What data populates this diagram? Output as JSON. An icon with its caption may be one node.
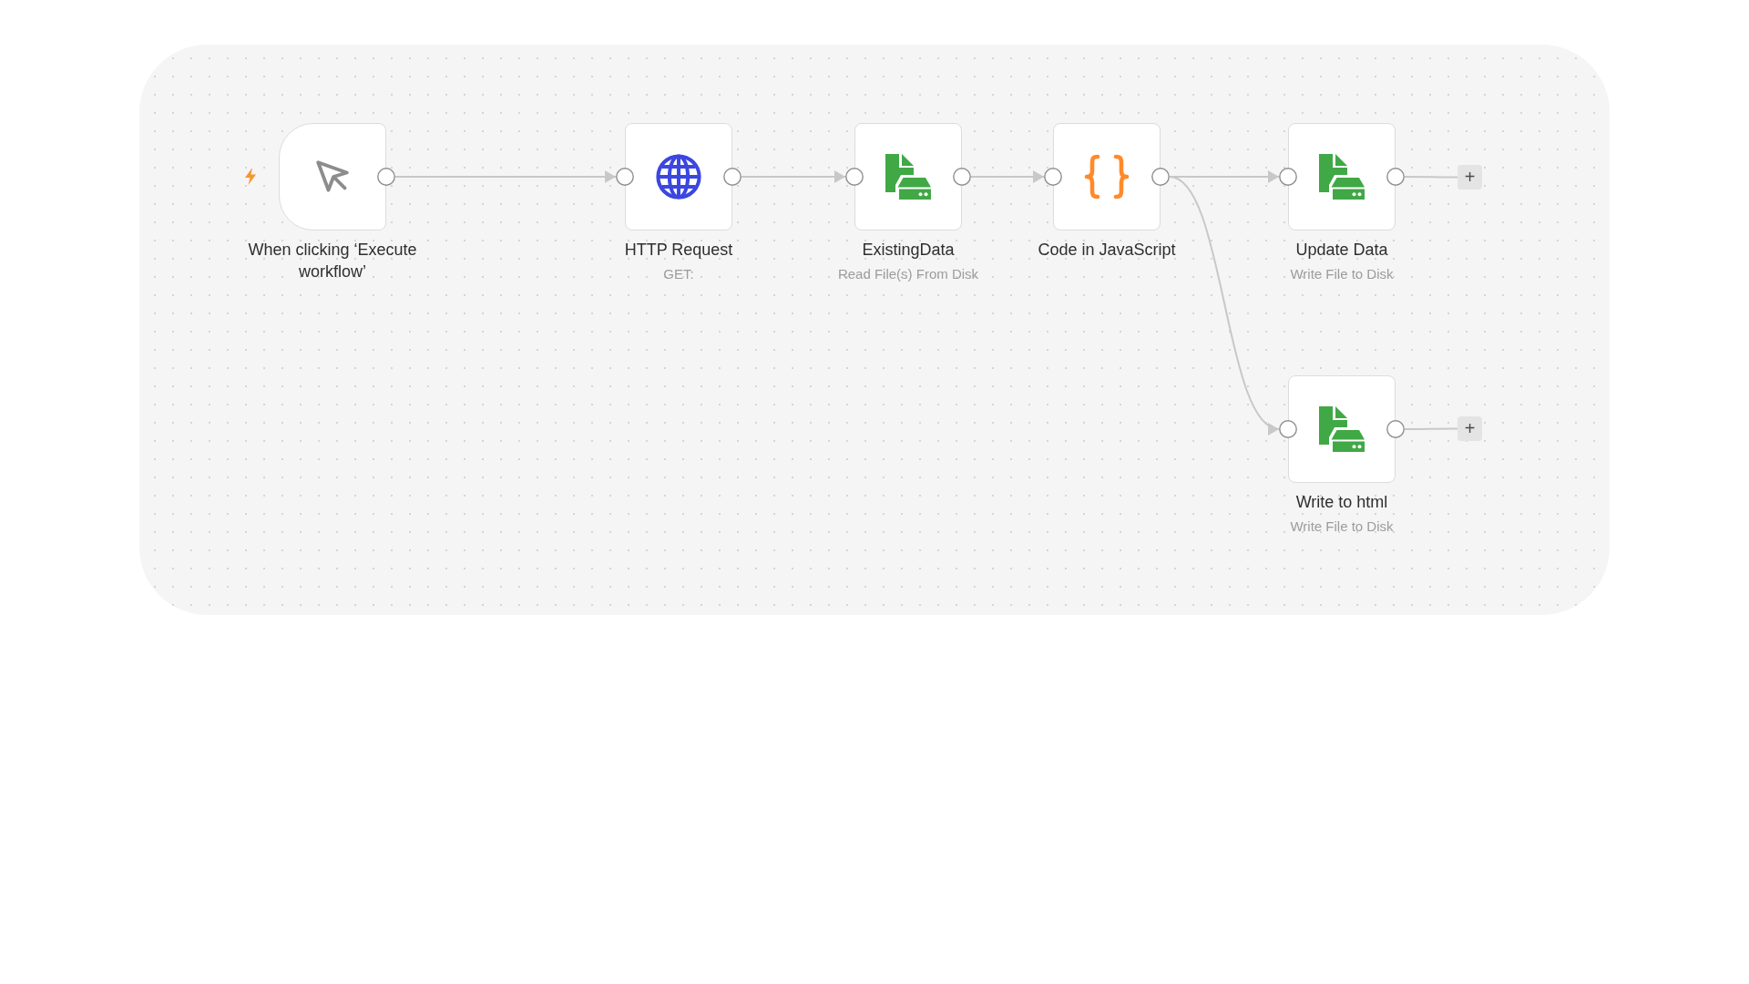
{
  "diagram": {
    "nodes": [
      {
        "text": [
          "When clicking ‘Execute workflow’"
        ]
      },
      {
        "text": [
          "HTTP Request",
          "GET:"
        ]
      },
      {
        "text": [
          "ExistingData",
          "Read File(s) From Disk"
        ]
      },
      {
        "text": [
          "Code in JavaScript"
        ]
      },
      {
        "text": [
          "Update Data",
          "Write File to Disk"
        ]
      },
      {
        "text": [
          "+"
        ]
      },
      {
        "text": [
          "Write to html",
          "Write File to Disk"
        ]
      },
      {
        "text": [
          "+"
        ]
      }
    ],
    "edges": [
      {
        "from": 0,
        "to": 1,
        "arrow": "to"
      },
      {
        "from": 1,
        "to": 2,
        "arrow": "to"
      },
      {
        "from": 2,
        "to": 3,
        "arrow": "to"
      },
      {
        "from": 3,
        "to": 4,
        "arrow": "to"
      },
      {
        "from": 3,
        "to": 6,
        "arrow": "to"
      },
      {
        "from": 4,
        "to": 5,
        "arrow": "none"
      },
      {
        "from": 6,
        "to": 7,
        "arrow": "none"
      }
    ]
  }
}
